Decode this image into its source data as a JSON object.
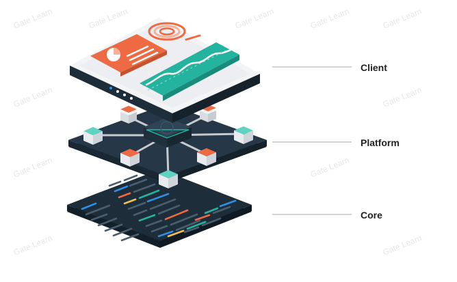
{
  "layers": {
    "client": "Client",
    "platform": "Platform",
    "core": "Core"
  },
  "watermark": "Gate Learn",
  "colors": {
    "deep_navy": "#1e2d3a",
    "navy": "#263848",
    "teal": "#23b39f",
    "teal_light": "#5fd3c2",
    "orange": "#ee6a43",
    "white_panel": "#f3f4f6",
    "gray_panel": "#e3e6ea",
    "connector": "#c7cbd0"
  }
}
